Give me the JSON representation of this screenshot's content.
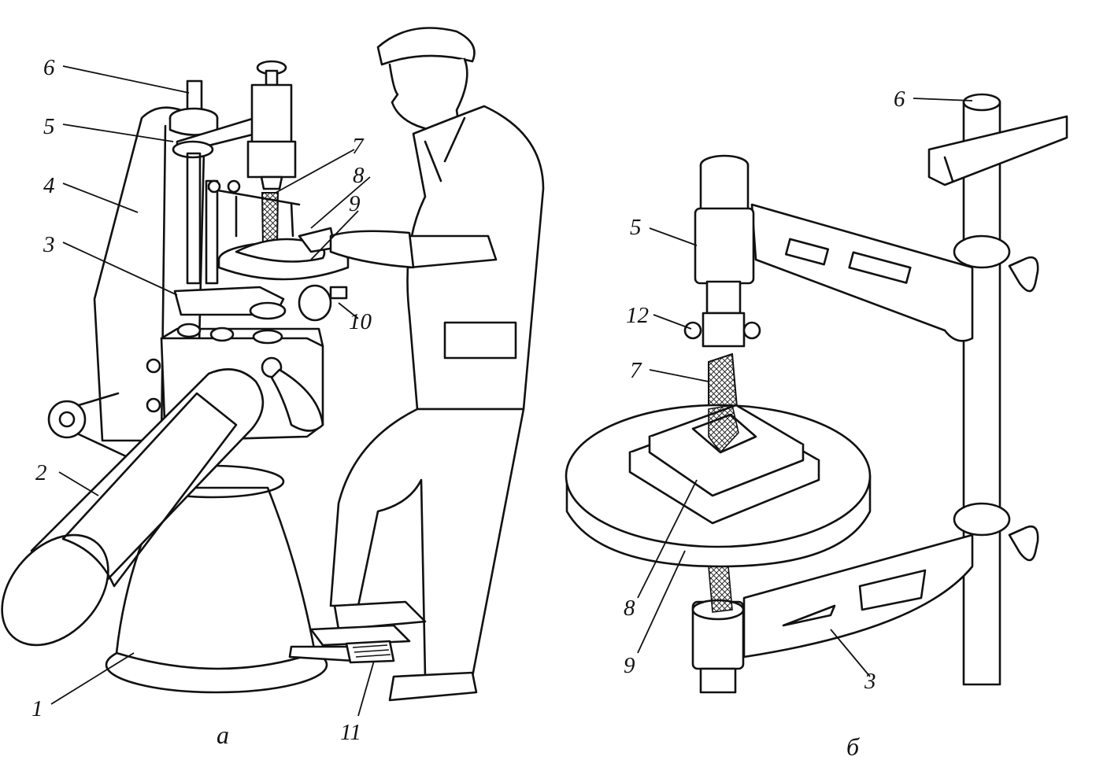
{
  "panels": [
    {
      "caption": "а",
      "labels": [
        "1",
        "2",
        "3",
        "4",
        "5",
        "6",
        "7",
        "8",
        "9",
        "10",
        "11"
      ]
    },
    {
      "caption": "б",
      "labels": [
        "3",
        "5",
        "6",
        "7",
        "8",
        "9",
        "12"
      ]
    }
  ]
}
